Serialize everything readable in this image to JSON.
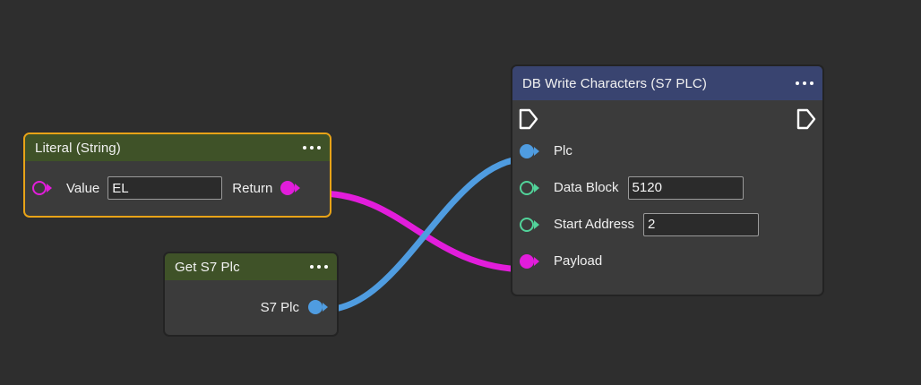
{
  "canvas": {
    "background_color": "#2e2e2e"
  },
  "colors": {
    "node_body": "#3b3b3b",
    "header_green": "#3f5228",
    "header_blue": "#394470",
    "selected_border": "#e8a317",
    "plain_border": "#232323",
    "port_blue": "#4f9ce0",
    "port_magenta": "#e21ddb",
    "port_green": "#52d39a",
    "wire_blue": "#4f9ce0",
    "wire_magenta": "#e21ddb",
    "field_background": "#2b2b2b",
    "field_border": "#9a9a9a",
    "text": "#f0f0f0"
  },
  "nodes": {
    "literal_string": {
      "title": "Literal (String)",
      "menu_icon": "ellipsis-icon",
      "selected": true,
      "value_label": "Value",
      "value": "EL",
      "return_label": "Return",
      "input_port_icon": "magenta-hollow-port-icon",
      "output_port_icon": "magenta-filled-port-icon"
    },
    "get_s7_plc": {
      "title": "Get S7 Plc",
      "menu_icon": "ellipsis-icon",
      "selected": false,
      "output_label": "S7 Plc",
      "output_port_icon": "blue-filled-port-icon"
    },
    "db_write_characters": {
      "title": "DB Write Characters (S7 PLC)",
      "menu_icon": "ellipsis-icon",
      "selected": false,
      "exec_in_icon": "exec-arrow-icon",
      "exec_out_icon": "exec-arrow-icon",
      "rows": [
        {
          "label": "Plc",
          "port_icon": "blue-filled-port-icon",
          "has_field": false,
          "value": ""
        },
        {
          "label": "Data Block",
          "port_icon": "green-hollow-port-icon",
          "has_field": true,
          "value": "5120"
        },
        {
          "label": "Start Address",
          "port_icon": "green-hollow-port-icon",
          "has_field": true,
          "value": "2"
        },
        {
          "label": "Payload",
          "port_icon": "magenta-filled-port-icon",
          "has_field": false,
          "value": ""
        }
      ]
    }
  },
  "connections": [
    {
      "name": "literal-return-to-payload",
      "color": "#e21ddb",
      "from": "Literal (String) / Return",
      "to": "DB Write Characters (S7 PLC) / Payload"
    },
    {
      "name": "get-s7-plc-to-plc",
      "color": "#4f9ce0",
      "from": "Get S7 Plc / S7 Plc",
      "to": "DB Write Characters (S7 PLC) / Plc"
    }
  ]
}
